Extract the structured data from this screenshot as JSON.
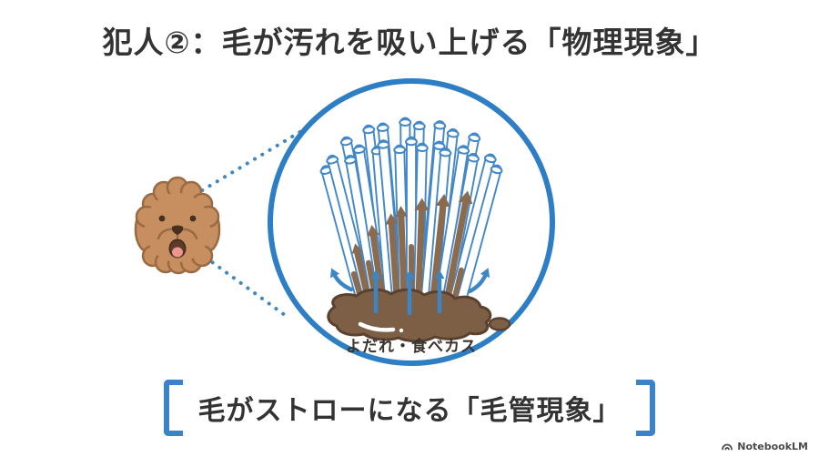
{
  "title": {
    "text": "犯人②：毛が汚れを吸い上げる「物理現象」",
    "color": "#333333"
  },
  "diagram": {
    "subject": "toy-poodle-face",
    "puddle": {
      "label": "よだれ・食べカス",
      "label_color": "#3a332c"
    },
    "palette": {
      "circle_blue": "#2e7ec5",
      "straw_blue": "#4287c8",
      "arrow_blue": "#3d86c6",
      "dot_blue": "#3d86c6",
      "dirt_brown": "#8a6b4f",
      "puddle_fill": "#7d5f45",
      "puddle_outline": "#5a4130",
      "fur": "#c78f60",
      "fur_outline": "#9a6a42",
      "eye_nose": "#46301f",
      "mouth": "#5c3b2a",
      "tongue": "#f0958d"
    }
  },
  "caption": {
    "text": "毛がストローになる「毛管現象」",
    "bracket_color": "#3b82c6",
    "color": "#333333"
  },
  "footer": {
    "brand": "NotebookLM",
    "color": "#4a4a4a"
  }
}
